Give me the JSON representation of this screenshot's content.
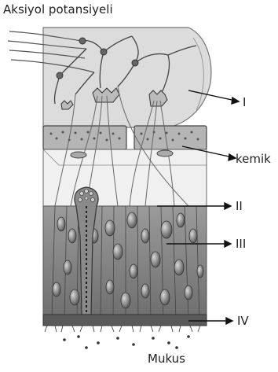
{
  "title": "Aksiyol potansiyeli",
  "labels": {
    "I": "I",
    "bone": "kemik",
    "II": "II",
    "III": "III",
    "IV": "IV",
    "mucus": "Mukus"
  }
}
